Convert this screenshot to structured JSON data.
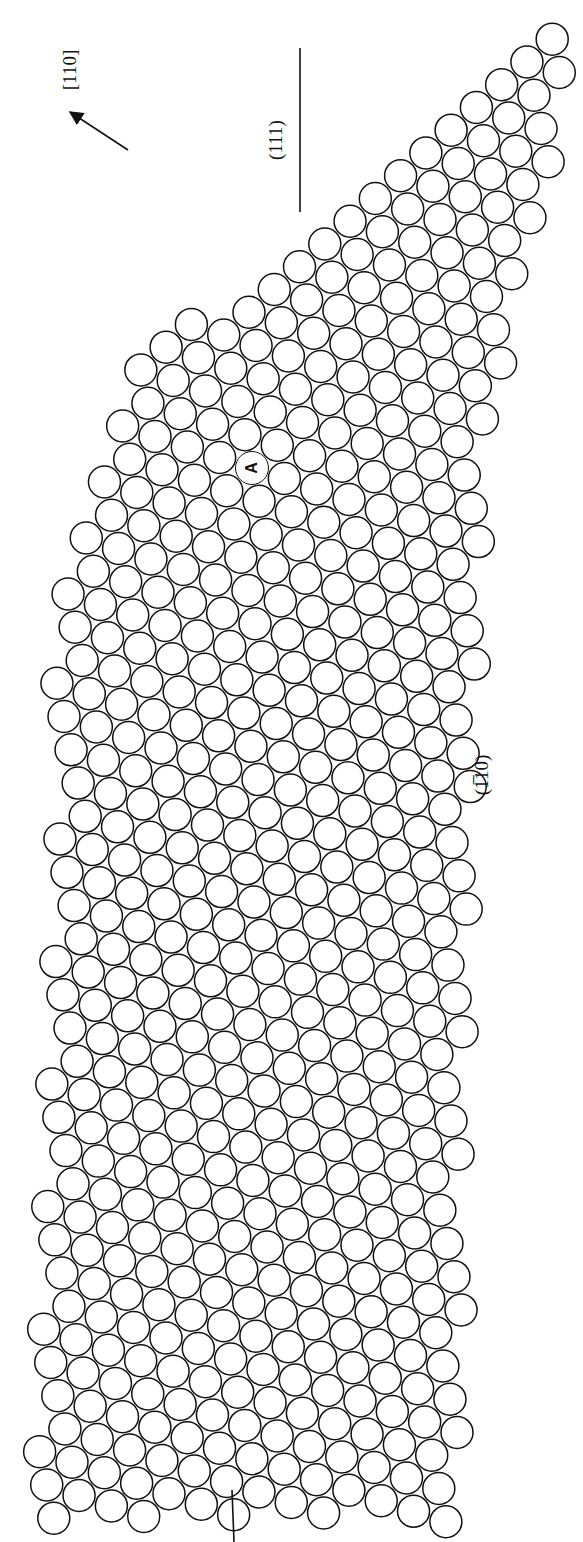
{
  "diagram": {
    "nodes": [
      {
        "text": [
          "A"
        ]
      }
    ],
    "labels": [
      "[110]",
      "(111)",
      "(1̅10)"
    ]
  }
}
